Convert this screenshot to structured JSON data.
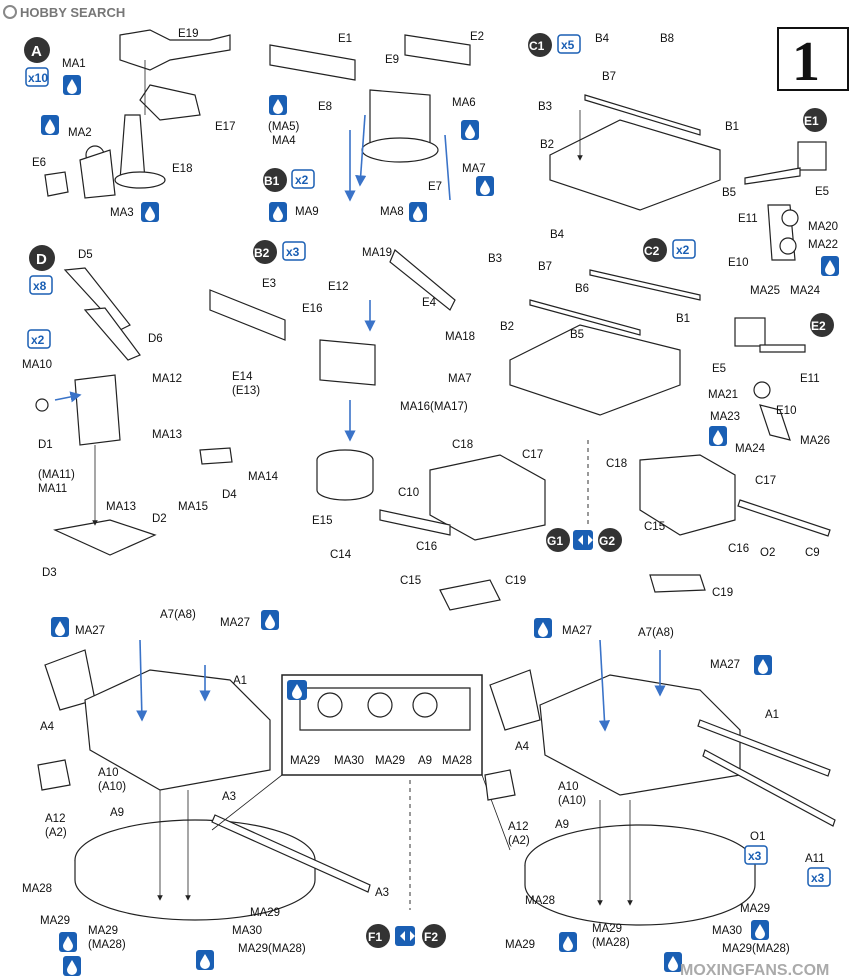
{
  "watermark": {
    "top_left": "HOBBY SEARCH",
    "bottom_right": "MOXINGFANS.COM"
  },
  "step_number": "1",
  "colors": {
    "accent_blue": "#1a5fb4",
    "badge_black": "#333333",
    "line": "#222222"
  },
  "icons": {
    "paint": "paint-drop-icon",
    "mirror": "mirror-swap-icon"
  },
  "sections": {
    "A": "A",
    "D": "D",
    "B1": "B1",
    "B2": "B2",
    "C1": "C1",
    "C2": "C2",
    "E1": "E1",
    "E2": "E2",
    "G1": "G1",
    "G2": "G2",
    "F1": "F1",
    "F2": "F2"
  },
  "multipliers": {
    "A": "x10",
    "D": "x8",
    "D_sub": "x2",
    "B1": "x2",
    "B2": "x3",
    "C1": "x5",
    "C2": "x2",
    "A_left": "x3",
    "A_right": "x3"
  },
  "labels": {
    "E19": "E19",
    "MA1": "MA1",
    "E17": "E17",
    "MA2": "MA2",
    "E18": "E18",
    "E6": "E6",
    "MA3": "MA3",
    "E1": "E1",
    "E2": "E2",
    "E9": "E9",
    "E8": "E8",
    "MA5": "(MA5)",
    "MA4": "MA4",
    "MA6": "MA6",
    "E7": "E7",
    "MA7a": "MA7",
    "MA9": "MA9",
    "MA8": "MA8",
    "B4a": "B4",
    "B8": "B8",
    "B3a": "B3",
    "B7a": "B7",
    "B1a": "B1",
    "B2a": "B2",
    "B5a": "B5",
    "E5a": "E5",
    "E11a": "E11",
    "MA20": "MA20",
    "MA22": "MA22",
    "E10a": "E10",
    "MA25": "MA25",
    "MA24a": "MA24",
    "D5": "D5",
    "D6": "D6",
    "MA10": "MA10",
    "MA12": "MA12",
    "D1": "D1",
    "MA13a": "MA13",
    "MA13b": "MA13",
    "MA14": "MA14",
    "D4": "D4",
    "D2": "D2",
    "MA15": "MA15",
    "MA11p": "(MA11)",
    "MA11": "MA11",
    "D3": "D3",
    "MA19": "MA19",
    "E3": "E3",
    "E12": "E12",
    "E4": "E4",
    "E16": "E16",
    "MA18": "MA18",
    "E14": "E14",
    "E13": "(E13)",
    "MA7b": "MA7",
    "MA16": "MA16(MA17)",
    "E15": "E15",
    "B4b": "B4",
    "B3b": "B3",
    "B7b": "B7",
    "B6": "B6",
    "B1b": "B1",
    "B2b": "B2",
    "B5b": "B5",
    "E5b": "E5",
    "E11b": "E11",
    "MA21": "MA21",
    "MA23": "MA23",
    "E10b": "E10",
    "MA24b": "MA24",
    "MA26": "MA26",
    "C18a": "C18",
    "C17a": "C17",
    "C10": "C10",
    "C14": "C14",
    "C16a": "C16",
    "C15a": "C15",
    "C19a": "C19",
    "C18b": "C18",
    "C17b": "C17",
    "C15b": "C15",
    "C16b": "C16",
    "O2": "O2",
    "C9": "C9",
    "C19b": "C19",
    "MA27a": "MA27",
    "A7a": "A7(A8)",
    "MA27b": "MA27",
    "A1a": "A1",
    "A4a": "A4",
    "A3a": "A3",
    "A10a": "A10",
    "A10pa": "(A10)",
    "A12a": "A12",
    "A2a": "(A2)",
    "A9a": "A9",
    "A3b": "A3",
    "MA28a": "MA28",
    "MA29a": "MA29",
    "MA29b": "MA29",
    "MA28pa": "(MA28)",
    "MA29c": "MA29",
    "MA30a": "MA30",
    "MA29d": "MA29(MA28)",
    "inMA29a": "MA29",
    "inMA30": "MA30",
    "inMA29b": "MA29",
    "inA9": "A9",
    "inMA28": "MA28",
    "MA27c": "MA27",
    "A7b": "A7(A8)",
    "MA27d": "MA27",
    "A1b": "A1",
    "A4b": "A4",
    "A10b": "A10",
    "A10pb": "(A10)",
    "A12b": "A12",
    "A2b": "(A2)",
    "A9b": "A9",
    "O1": "O1",
    "A11": "A11",
    "MA28b": "MA28",
    "MA29e": "MA29",
    "MA29f": "MA29",
    "MA28pb": "(MA28)",
    "MA30b": "MA30",
    "MA29g": "MA29(MA28)"
  }
}
